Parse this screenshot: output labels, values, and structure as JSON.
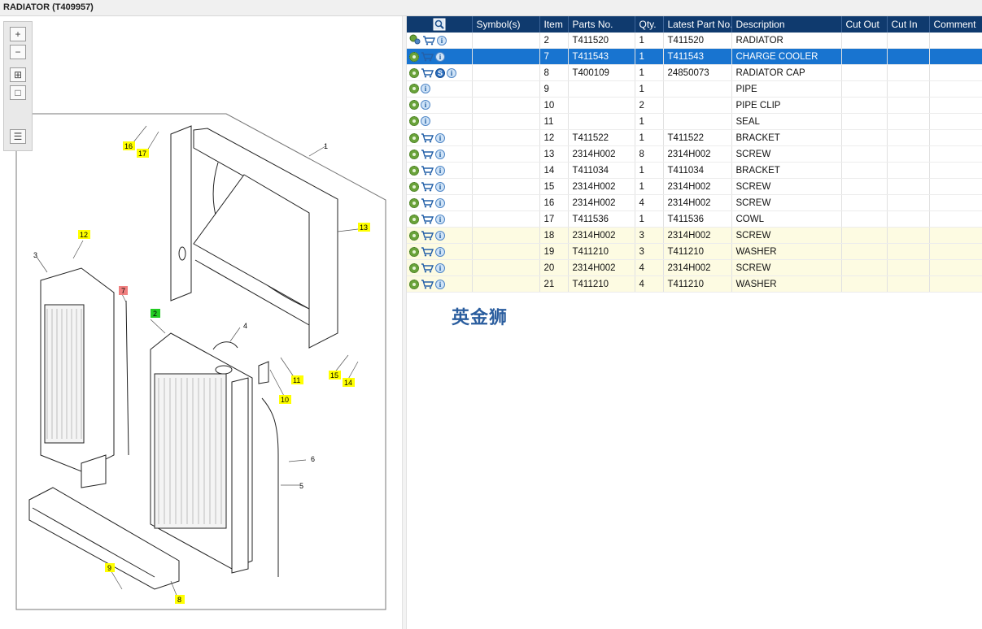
{
  "window": {
    "title": "RADIATOR (T409957)"
  },
  "toolbar": {
    "icons": [
      "zoom-in-icon",
      "zoom-out-icon",
      "fit-page-icon",
      "actual-size-icon",
      "list-view-icon"
    ]
  },
  "watermark": {
    "text": "英金狮"
  },
  "drawing": {
    "callouts": [
      {
        "label": "1",
        "style": "plain"
      },
      {
        "label": "2",
        "style": "green"
      },
      {
        "label": "3",
        "style": "plain"
      },
      {
        "label": "4",
        "style": "plain"
      },
      {
        "label": "5",
        "style": "plain"
      },
      {
        "label": "6",
        "style": "plain"
      },
      {
        "label": "7",
        "style": "red"
      },
      {
        "label": "8",
        "style": "yellow"
      },
      {
        "label": "9",
        "style": "yellow"
      },
      {
        "label": "10",
        "style": "yellow"
      },
      {
        "label": "11",
        "style": "yellow"
      },
      {
        "label": "12",
        "style": "yellow"
      },
      {
        "label": "13",
        "style": "yellow"
      },
      {
        "label": "14",
        "style": "yellow"
      },
      {
        "label": "15",
        "style": "yellow"
      },
      {
        "label": "16",
        "style": "yellow"
      },
      {
        "label": "17",
        "style": "yellow"
      }
    ]
  },
  "table": {
    "columns": [
      "",
      "Symbol(s)",
      "Item",
      "Parts No.",
      "Qty.",
      "Latest Part No.",
      "Description",
      "Cut Out",
      "Cut In",
      "Comment"
    ],
    "rows": [
      {
        "icons": [
          "assembly-gear-icon",
          "cart-icon",
          "info-icon"
        ],
        "item": "2",
        "part": "T411520",
        "qty": "1",
        "latest": "T411520",
        "desc": "RADIATOR",
        "state": "normal"
      },
      {
        "icons": [
          "gear-icon",
          "cart-icon",
          "info-icon"
        ],
        "item": "7",
        "part": "T411543",
        "qty": "1",
        "latest": "T411543",
        "desc": "CHARGE COOLER",
        "state": "selected"
      },
      {
        "icons": [
          "gear-icon",
          "cart-icon",
          "symbol-s-icon",
          "info-icon"
        ],
        "item": "8",
        "part": "T400109",
        "qty": "1",
        "latest": "24850073",
        "desc": "RADIATOR CAP",
        "state": "normal"
      },
      {
        "icons": [
          "gear-icon",
          "info-icon"
        ],
        "item": "9",
        "part": "",
        "qty": "1",
        "latest": "",
        "desc": "PIPE",
        "state": "normal"
      },
      {
        "icons": [
          "gear-icon",
          "info-icon"
        ],
        "item": "10",
        "part": "",
        "qty": "2",
        "latest": "",
        "desc": "PIPE CLIP",
        "state": "normal"
      },
      {
        "icons": [
          "gear-icon",
          "info-icon"
        ],
        "item": "11",
        "part": "",
        "qty": "1",
        "latest": "",
        "desc": "SEAL",
        "state": "normal"
      },
      {
        "icons": [
          "gear-icon",
          "cart-icon",
          "info-icon"
        ],
        "item": "12",
        "part": "T411522",
        "qty": "1",
        "latest": "T411522",
        "desc": "BRACKET",
        "state": "normal"
      },
      {
        "icons": [
          "gear-icon",
          "cart-icon",
          "info-icon"
        ],
        "item": "13",
        "part": "2314H002",
        "qty": "8",
        "latest": "2314H002",
        "desc": "SCREW",
        "state": "normal"
      },
      {
        "icons": [
          "gear-icon",
          "cart-icon",
          "info-icon"
        ],
        "item": "14",
        "part": "T411034",
        "qty": "1",
        "latest": "T411034",
        "desc": "BRACKET",
        "state": "normal"
      },
      {
        "icons": [
          "gear-icon",
          "cart-icon",
          "info-icon"
        ],
        "item": "15",
        "part": "2314H002",
        "qty": "1",
        "latest": "2314H002",
        "desc": "SCREW",
        "state": "normal"
      },
      {
        "icons": [
          "gear-icon",
          "cart-icon",
          "info-icon"
        ],
        "item": "16",
        "part": "2314H002",
        "qty": "4",
        "latest": "2314H002",
        "desc": "SCREW",
        "state": "normal"
      },
      {
        "icons": [
          "gear-icon",
          "cart-icon",
          "info-icon"
        ],
        "item": "17",
        "part": "T411536",
        "qty": "1",
        "latest": "T411536",
        "desc": "COWL",
        "state": "normal"
      },
      {
        "icons": [
          "gear-icon",
          "cart-icon",
          "info-icon"
        ],
        "item": "18",
        "part": "2314H002",
        "qty": "3",
        "latest": "2314H002",
        "desc": "SCREW",
        "state": "highlight"
      },
      {
        "icons": [
          "gear-icon",
          "cart-icon",
          "info-icon"
        ],
        "item": "19",
        "part": "T411210",
        "qty": "3",
        "latest": "T411210",
        "desc": "WASHER",
        "state": "highlight"
      },
      {
        "icons": [
          "gear-icon",
          "cart-icon",
          "info-icon"
        ],
        "item": "20",
        "part": "2314H002",
        "qty": "4",
        "latest": "2314H002",
        "desc": "SCREW",
        "state": "highlight"
      },
      {
        "icons": [
          "gear-icon",
          "cart-icon",
          "info-icon"
        ],
        "item": "21",
        "part": "T411210",
        "qty": "4",
        "latest": "T411210",
        "desc": "WASHER",
        "state": "highlight"
      }
    ]
  },
  "colors": {
    "header": "#0f3a6e",
    "selected": "#1874d0",
    "highlight": "#fdfbe2",
    "callout_yellow": "#ffff00",
    "callout_green": "#22cc22",
    "callout_red": "#f08080"
  }
}
